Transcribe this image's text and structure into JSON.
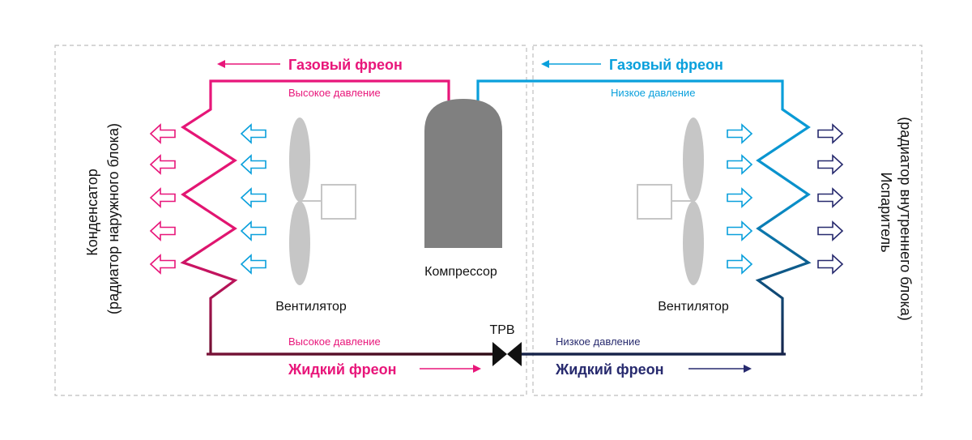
{
  "colors": {
    "hot": "#e8167a",
    "cold": "#0aa0dc",
    "dark_blue": "#272a6e",
    "maroon": "#8a1140",
    "gray": "#808080",
    "light_gray": "#c6c6c6",
    "border": "#bdbdbd",
    "text": "#111111"
  },
  "left": {
    "gas_label": "Газовый фреон",
    "top_pressure": "Высокое давление",
    "bottom_pressure": "Высокое давление",
    "liquid_label": "Жидкий фреон",
    "fan_label": "Вентилятор",
    "side_line1": "Конденсатор",
    "side_line2": "(радиатор наружного блока)"
  },
  "right": {
    "gas_label": "Газовый фреон",
    "top_pressure": "Низкое давление",
    "bottom_pressure": "Низкое давление",
    "liquid_label": "Жидкий фреон",
    "fan_label": "Вентилятор",
    "side_line1": "Испаритель",
    "side_line2": "(радиатор внутреннего блока)"
  },
  "compressor_label": "Компрессор",
  "valve_label": "ТРВ",
  "icons": {
    "arrow": "arrow-icon",
    "fan": "fan-icon",
    "motor": "motor-icon",
    "compressor": "compressor-icon",
    "valve": "valve-icon"
  }
}
